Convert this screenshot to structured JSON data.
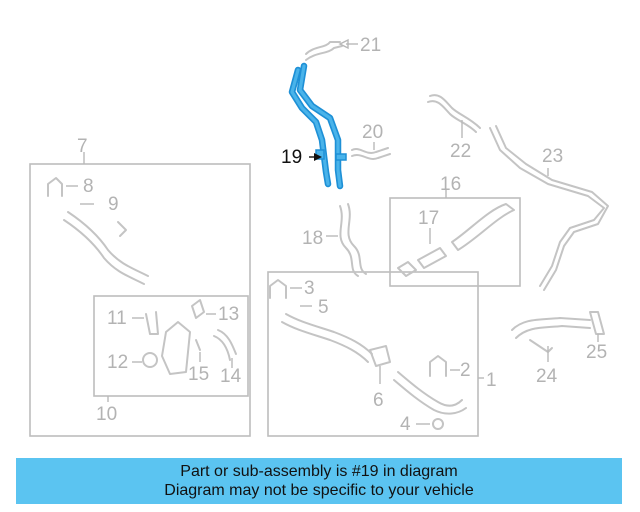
{
  "colors": {
    "highlight": "#1e90d6",
    "highlight_fill": "#49b3ea",
    "banner_bg": "#5bc4f1",
    "part_stroke": "#c4c4c4"
  },
  "labels": {
    "l1": "1",
    "l2": "2",
    "l3": "3",
    "l4": "4",
    "l5": "5",
    "l6": "6",
    "l7": "7",
    "l8": "8",
    "l9": "9",
    "l10": "10",
    "l11": "11",
    "l12": "12",
    "l13": "13",
    "l14": "14",
    "l15": "15",
    "l16": "16",
    "l17": "17",
    "l18": "18",
    "l19": "19",
    "l20": "20",
    "l21": "21",
    "l22": "22",
    "l23": "23",
    "l24": "24",
    "l25": "25"
  },
  "highlighted_part": "19",
  "banner": {
    "line1": "Part or sub-assembly is #19 in diagram",
    "line2": "Diagram may not be specific to your vehicle"
  }
}
